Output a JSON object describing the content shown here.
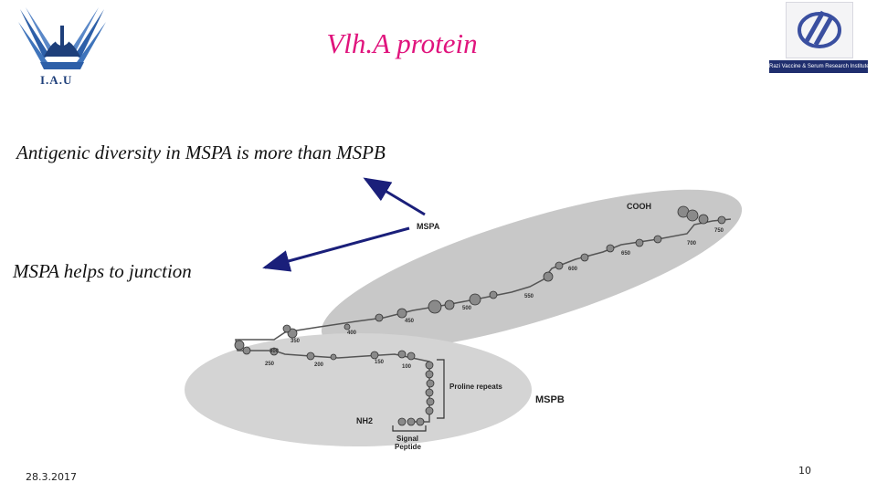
{
  "slide": {
    "title": "Vlh.A  protein",
    "bullet1": "Antigenic diversity in MSPA is more than MSPB",
    "bullet2": "MSPA helps to junction",
    "date": "28.3.2017",
    "page_number": "10"
  },
  "logos": {
    "left_text": "I.A.U",
    "right_text": "Razi Vaccine & Serum Research Institute"
  },
  "diagram": {
    "labels": {
      "cooh": "COOH",
      "mspa": "MSPA",
      "mspb": "MSPB",
      "nh2": "NH2",
      "proline": "Proline repeats",
      "signal_line1": "Signal",
      "signal_line2": "Peptide"
    },
    "residue_ticks": [
      "750",
      "700",
      "650",
      "600",
      "550",
      "500",
      "450",
      "400",
      "350",
      "300",
      "250",
      "200",
      "150",
      "100"
    ]
  },
  "colors": {
    "title": "#e0147d",
    "arrow": "#1a1f7a",
    "ellipse": "#c8c8c8"
  }
}
